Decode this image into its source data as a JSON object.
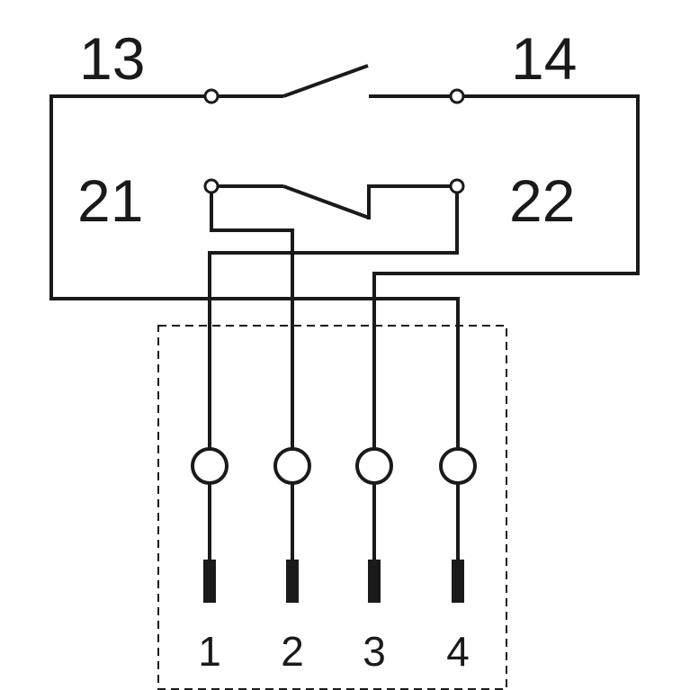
{
  "terminal_labels": {
    "no_left": "13",
    "no_right": "14",
    "nc_left": "21",
    "nc_right": "22"
  },
  "pins": [
    "1",
    "2",
    "3",
    "4"
  ]
}
